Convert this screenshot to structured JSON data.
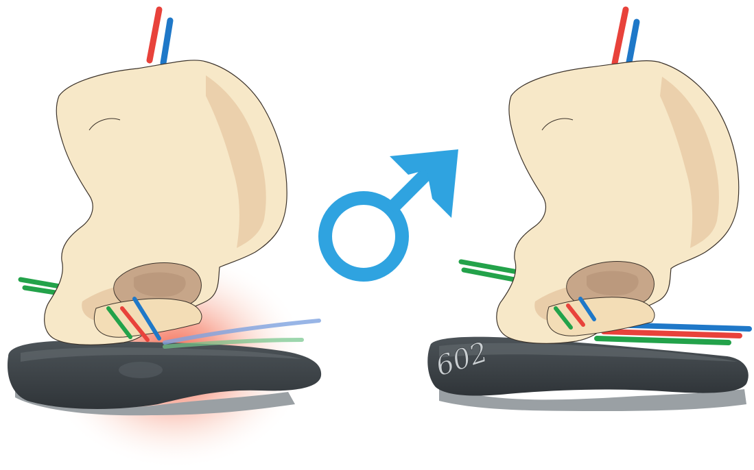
{
  "illustration": {
    "left_panel": {
      "state": "pressure"
    },
    "right_panel": {
      "state": "relief",
      "saddle_logo_text": "602"
    },
    "center_symbol": {
      "icon": "male-symbol-icon"
    }
  },
  "colors": {
    "bone": "#f7e8c8",
    "bone_shadow": "#e9cda9",
    "cavity": "#c7a689",
    "saddle": "#3f4549",
    "saddle_light": "#5f666b",
    "saddle_base": "#9aa0a4",
    "artery": "#e8423b",
    "vein": "#1f78c8",
    "nerve": "#23a24a",
    "male_symbol": "#2fa3e0",
    "pressure_glow": "#f2543a"
  }
}
